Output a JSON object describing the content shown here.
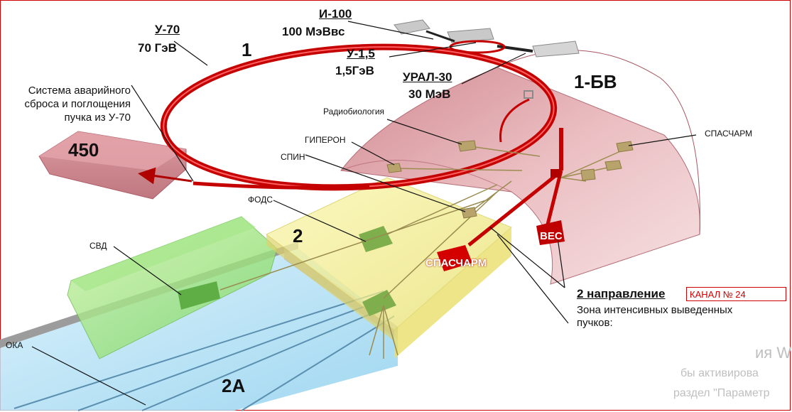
{
  "accelerators": {
    "u70_name": "У-70",
    "u70_energy": "70 ГэВ",
    "i100_name": "И-100",
    "i100_energy": "100 МэВвс",
    "u15_name": "У-1,5",
    "u15_energy": "1,5ГэВ",
    "ural_name": "УРАЛ-30",
    "ural_energy": "30 МэВ"
  },
  "halls": {
    "ring_number": "1",
    "hall_1bv": "1-БВ",
    "hall_2": "2",
    "hall_2a": "2А",
    "dump_450": "450"
  },
  "dump_description": [
    "Система аварийного",
    "сброса и поглощения",
    "пучка из У-70"
  ],
  "experiments": {
    "radiobiology": "Радиобиология",
    "hyperon": "ГИПЕРОН",
    "spin": "СПИН",
    "fods": "ФОДС",
    "svd": "СВД",
    "oka": "ОКА",
    "spascharm_right": "СПАСЧАРМ",
    "spascharm_center": "СПАСЧАРМ",
    "ves": "ВЕС"
  },
  "direction": {
    "title": "2 направление",
    "canal": "КАНАЛ  № 24",
    "zone_line1": "Зона интенсивных выведенных",
    "zone_line2": "пучков:"
  },
  "watermark": {
    "line1": "ия W",
    "line2": "бы активирова",
    "line3": "раздел \"Параметр"
  }
}
